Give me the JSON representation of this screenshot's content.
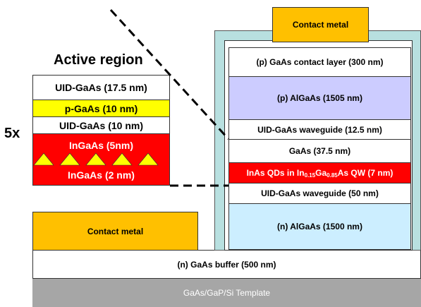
{
  "active_region": {
    "title": "Active region",
    "repeat_label": "5x",
    "layers": [
      {
        "label": "UID-GaAs (17.5 nm)",
        "color": "#ffffff"
      },
      {
        "label": "p-GaAs (10 nm)",
        "color": "#ffff00"
      },
      {
        "label": "UID-GaAs (10 nm)",
        "color": "#ffffff"
      },
      {
        "label": "InGaAs (5nm)",
        "color": "#ff0000"
      },
      {
        "label": "InGaAs (2 nm)",
        "color": "#ff0000"
      }
    ]
  },
  "device_stack": {
    "top_contact": "Contact metal",
    "layers": [
      {
        "label": "(p) GaAs contact layer (300 nm)",
        "color": "#ffffff"
      },
      {
        "label": "(p) AlGaAs (1505 nm)",
        "color": "#ccccff"
      },
      {
        "label": "UID-GaAs waveguide (12.5 nm)",
        "color": "#ffffff"
      },
      {
        "label": "GaAs (37.5 nm)",
        "color": "#ffffff"
      },
      {
        "label": "InAs QDs in In0.15Ga0.85As QW (7 nm)",
        "color": "#ff0000"
      },
      {
        "label": "UID-GaAs waveguide (50 nm)",
        "color": "#ffffff"
      },
      {
        "label": "(n) AlGaAs (1500 nm)",
        "color": "#cceeff"
      }
    ],
    "qd_parts": {
      "a": "InAs QDs in In",
      "sub1": "0.15",
      "b": "Ga",
      "sub2": "0.85",
      "c": "As QW (7 nm)"
    },
    "passivation_color": "#b8e0e0"
  },
  "side_contact": "Contact metal",
  "buffer": "(n) GaAs buffer (500 nm)",
  "template": "GaAs/GaP/Si Template",
  "colors": {
    "contact_metal": "#ffc000",
    "template": "#a6a6a6",
    "template_text": "#ffffff",
    "qd_text": "#ffffff",
    "triangle": "#ffff00"
  }
}
